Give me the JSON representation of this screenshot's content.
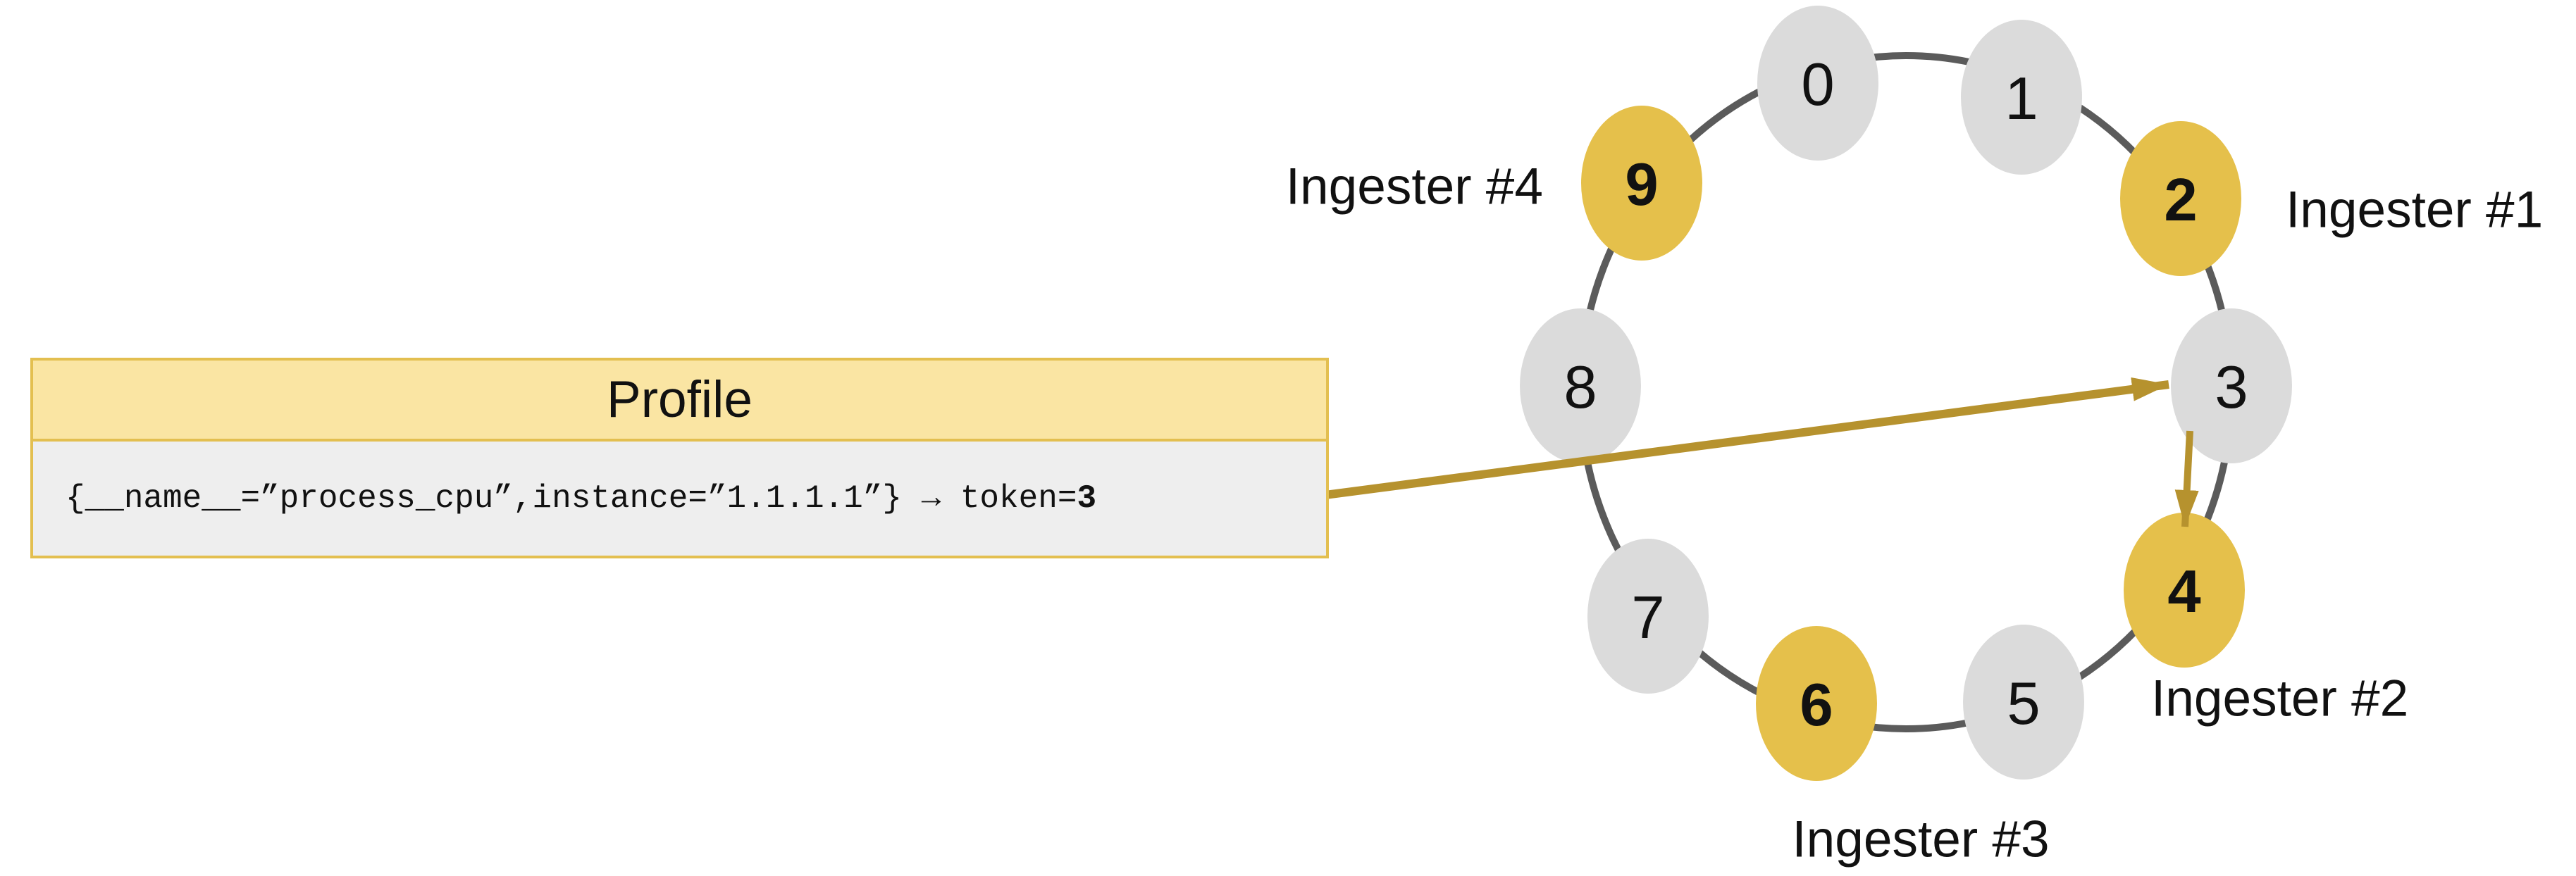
{
  "colors": {
    "node_highlight": "#E5C04B",
    "node_default": "#DBDBDB",
    "ring_stroke": "#5B5B5B",
    "arrow": "#B6922E",
    "box_border": "#E3BF50",
    "box_header_fill": "#FAE5A3",
    "box_body_fill": "#EEEEEE",
    "text": "#111111"
  },
  "profile": {
    "title": "Profile",
    "selector": "{__name__=”process_cpu”,instance=”1.1.1.1”}",
    "mapping_arrow": " → ",
    "token_label": "token=",
    "token_value": "3"
  },
  "ring": {
    "nodes": [
      {
        "token": "0",
        "highlighted": false
      },
      {
        "token": "1",
        "highlighted": false
      },
      {
        "token": "2",
        "highlighted": true,
        "ingester": "Ingester #1"
      },
      {
        "token": "3",
        "highlighted": false
      },
      {
        "token": "4",
        "highlighted": true,
        "ingester": "Ingester #2"
      },
      {
        "token": "5",
        "highlighted": false
      },
      {
        "token": "6",
        "highlighted": true,
        "ingester": "Ingester #3"
      },
      {
        "token": "7",
        "highlighted": false
      },
      {
        "token": "8",
        "highlighted": false
      },
      {
        "token": "9",
        "highlighted": true,
        "ingester": "Ingester #4"
      }
    ]
  },
  "labels": [
    {
      "text": "Ingester #1"
    },
    {
      "text": "Ingester #2"
    },
    {
      "text": "Ingester #3"
    },
    {
      "text": "Ingester #4"
    }
  ]
}
